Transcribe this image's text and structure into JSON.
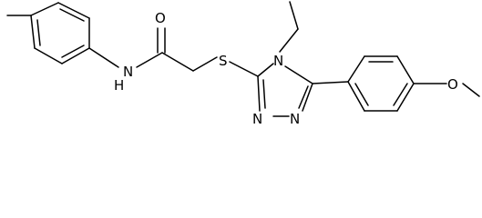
{
  "molecule": {
    "atom_labels": {
      "amide_oxygen": "O",
      "amide_nitrogen": "N",
      "amide_hydrogen": "H",
      "thioether_sulfur": "S",
      "triazole_n4": "N",
      "triazole_n1": "N",
      "triazole_n2": "N",
      "methoxy_oxygen": "O"
    },
    "line_color": "#000000",
    "background_color": "#ffffff"
  }
}
